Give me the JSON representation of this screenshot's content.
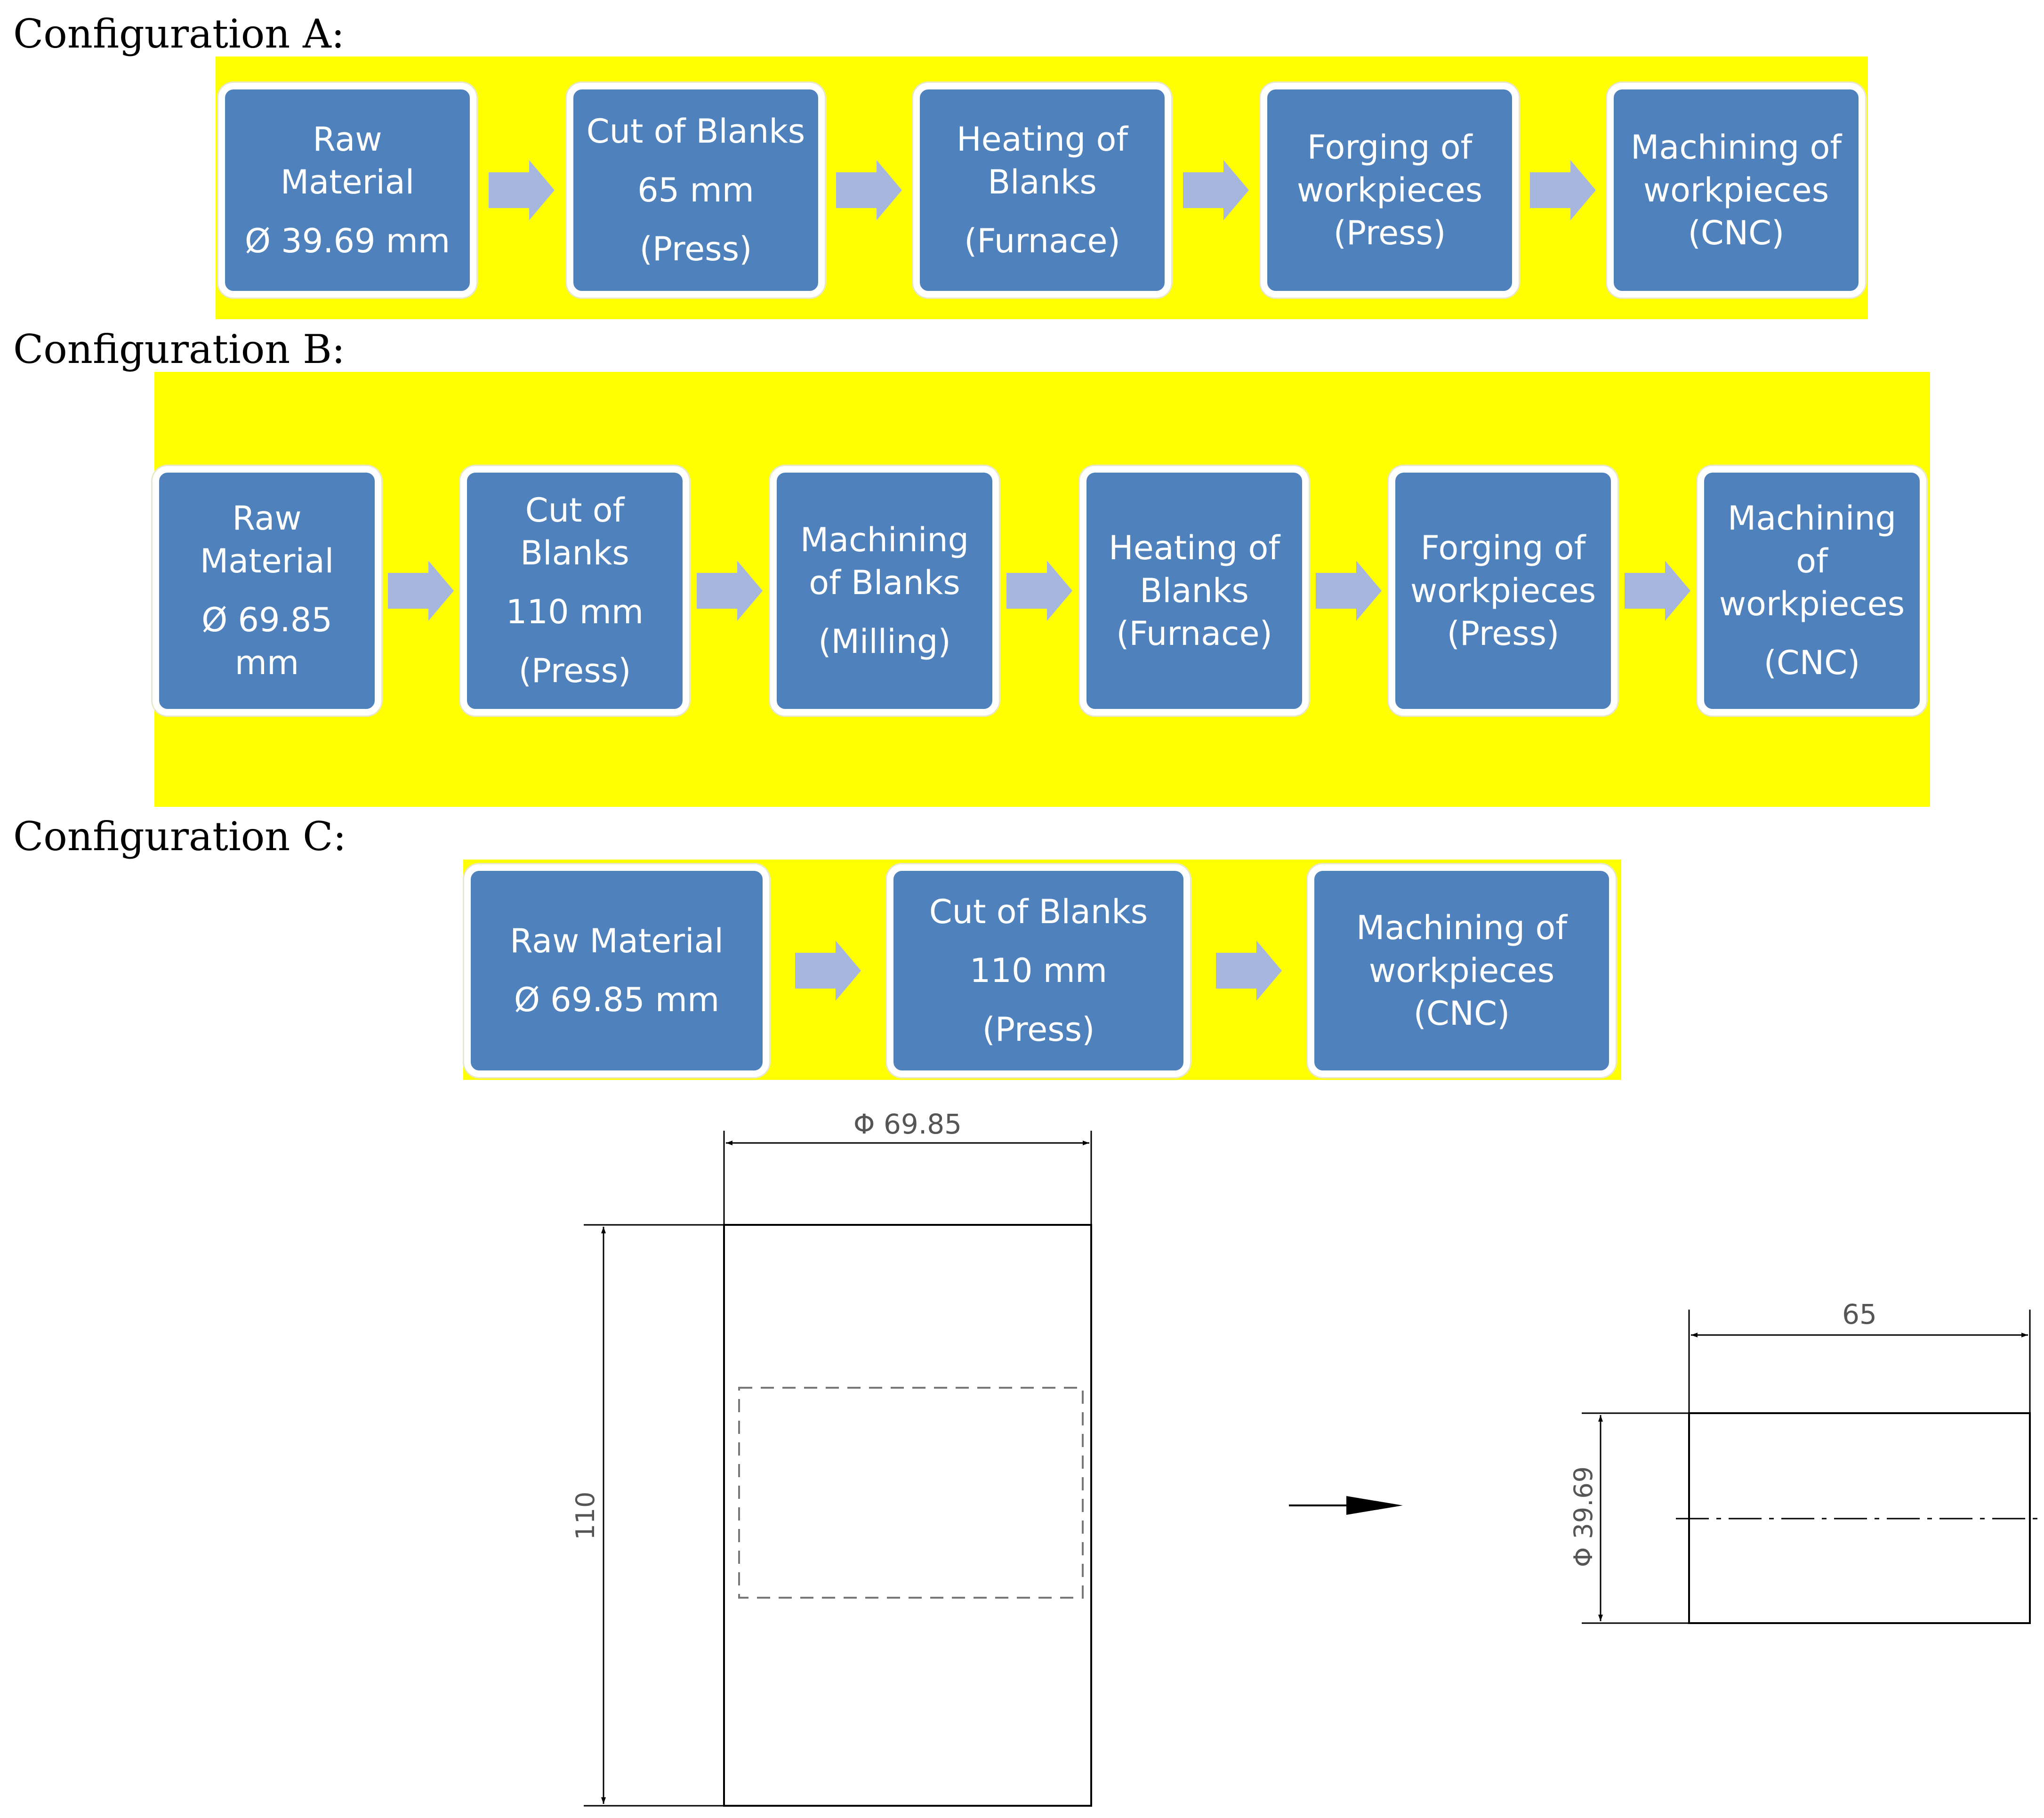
{
  "config_a": {
    "title": "Configuration A:",
    "steps": [
      {
        "lines": [
          "Raw",
          "Material",
          "",
          "Ø 39.69 mm"
        ]
      },
      {
        "lines": [
          "Cut of Blanks",
          "",
          "65 mm",
          "",
          "(Press)"
        ]
      },
      {
        "lines": [
          "Heating of",
          "Blanks",
          "",
          "(Furnace)"
        ]
      },
      {
        "lines": [
          "Forging of",
          "workpieces",
          "(Press)"
        ]
      },
      {
        "lines": [
          "Machining of",
          "workpieces",
          "(CNC)"
        ]
      }
    ]
  },
  "config_b": {
    "title": "Configuration B:",
    "steps": [
      {
        "lines": [
          "Raw",
          "Material",
          "",
          "Ø 69.85",
          "mm"
        ]
      },
      {
        "lines": [
          "Cut of",
          "Blanks",
          "",
          "110 mm",
          "",
          "(Press)"
        ]
      },
      {
        "lines": [
          "Machining",
          "of Blanks",
          "",
          "(Milling)"
        ]
      },
      {
        "lines": [
          "Heating of",
          "Blanks",
          "(Furnace)"
        ]
      },
      {
        "lines": [
          "Forging of",
          "workpieces",
          "(Press)"
        ]
      },
      {
        "lines": [
          "Machining",
          "of",
          "workpieces",
          "",
          "(CNC)"
        ]
      }
    ]
  },
  "config_c": {
    "title": "Configuration C:",
    "steps": [
      {
        "lines": [
          "Raw Material",
          "",
          "Ø 69.85 mm"
        ]
      },
      {
        "lines": [
          "Cut of Blanks",
          "",
          "110 mm",
          "",
          "(Press)"
        ]
      },
      {
        "lines": [
          "Machining of",
          "workpieces",
          "(CNC)"
        ]
      }
    ]
  },
  "drawing": {
    "blank_diameter_label": "Φ 69.85",
    "blank_length_label": "110",
    "workpiece_length_label": "65",
    "workpiece_diameter_label": "Φ 39.69"
  },
  "colors": {
    "band": "#ffff00",
    "box_fill": "#4f81bd",
    "box_border": "#ffffff",
    "arrow": "#a7b6dc",
    "text": "#ffffff"
  }
}
